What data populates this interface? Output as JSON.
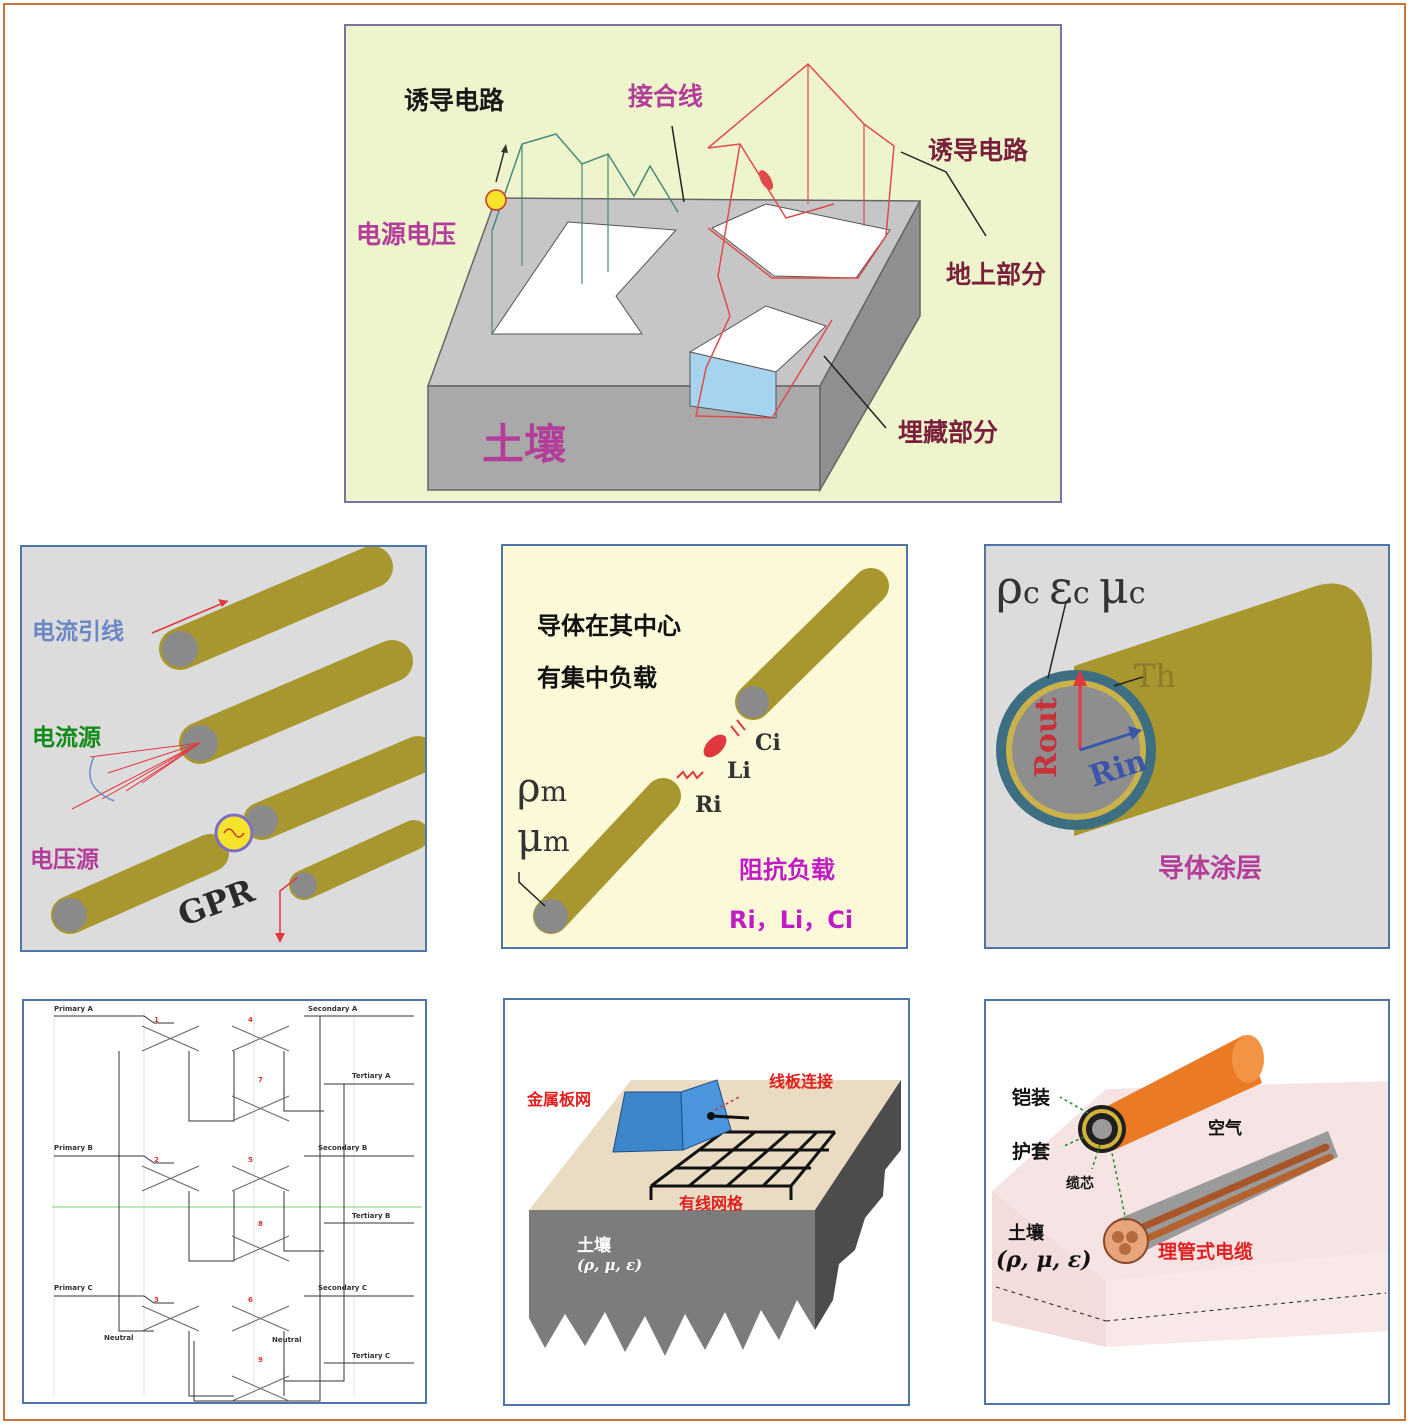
{
  "top": {
    "induced_circuit_left": "诱导电路",
    "bonding_wire": "接合线",
    "induced_circuit_right": "诱导电路",
    "source_voltage": "电源电压",
    "above_ground": "地上部分",
    "buried": "埋藏部分",
    "soil": "土壤"
  },
  "p1": {
    "current_lead": "电流引线",
    "current_source": "电流源",
    "voltage_source": "电压源",
    "gpr": "GPR"
  },
  "p2": {
    "line1": "导体在其中心",
    "line2": "有集中负载",
    "rho": "ρ",
    "rho_sub": "m",
    "mu": "μ",
    "mu_sub": "m",
    "ri": "Ri",
    "li": "Li",
    "ci": "Ci",
    "impedance": "阻抗负载",
    "values": "Ri，Li，Ci"
  },
  "p3": {
    "rho": "ρ",
    "rho_sub": "c",
    "eps": "ε",
    "eps_sub": "c",
    "mu": "μ",
    "mu_sub": "c",
    "th": "Th",
    "rout": "Rout",
    "rin": "Rin",
    "coating": "导体涂层"
  },
  "p4": {
    "primary_a": "Primary A",
    "primary_b": "Primary B",
    "primary_c": "Primary C",
    "secondary_a": "Secondary A",
    "secondary_b": "Secondary B",
    "secondary_c": "Secondary C",
    "tertiary_a": "Tertiary A",
    "tertiary_b": "Tertiary B",
    "tertiary_c": "Tertiary C",
    "neutral_1": "Neutral",
    "neutral_2": "Neutral",
    "nums": [
      "1",
      "2",
      "3",
      "4",
      "5",
      "6",
      "7",
      "8",
      "9"
    ]
  },
  "p5": {
    "metal_plate": "金属板网",
    "wire_plate": "线板连接",
    "wire_grid": "有线网格",
    "soil": "土壤",
    "params": "(ρ, μ, ε)"
  },
  "p6": {
    "armor": "铠装",
    "sheath": "护套",
    "core": "缆芯",
    "air": "空气",
    "soil": "土壤",
    "params": "(ρ, μ, ε)",
    "pipe_cable": "理管式电缆"
  }
}
